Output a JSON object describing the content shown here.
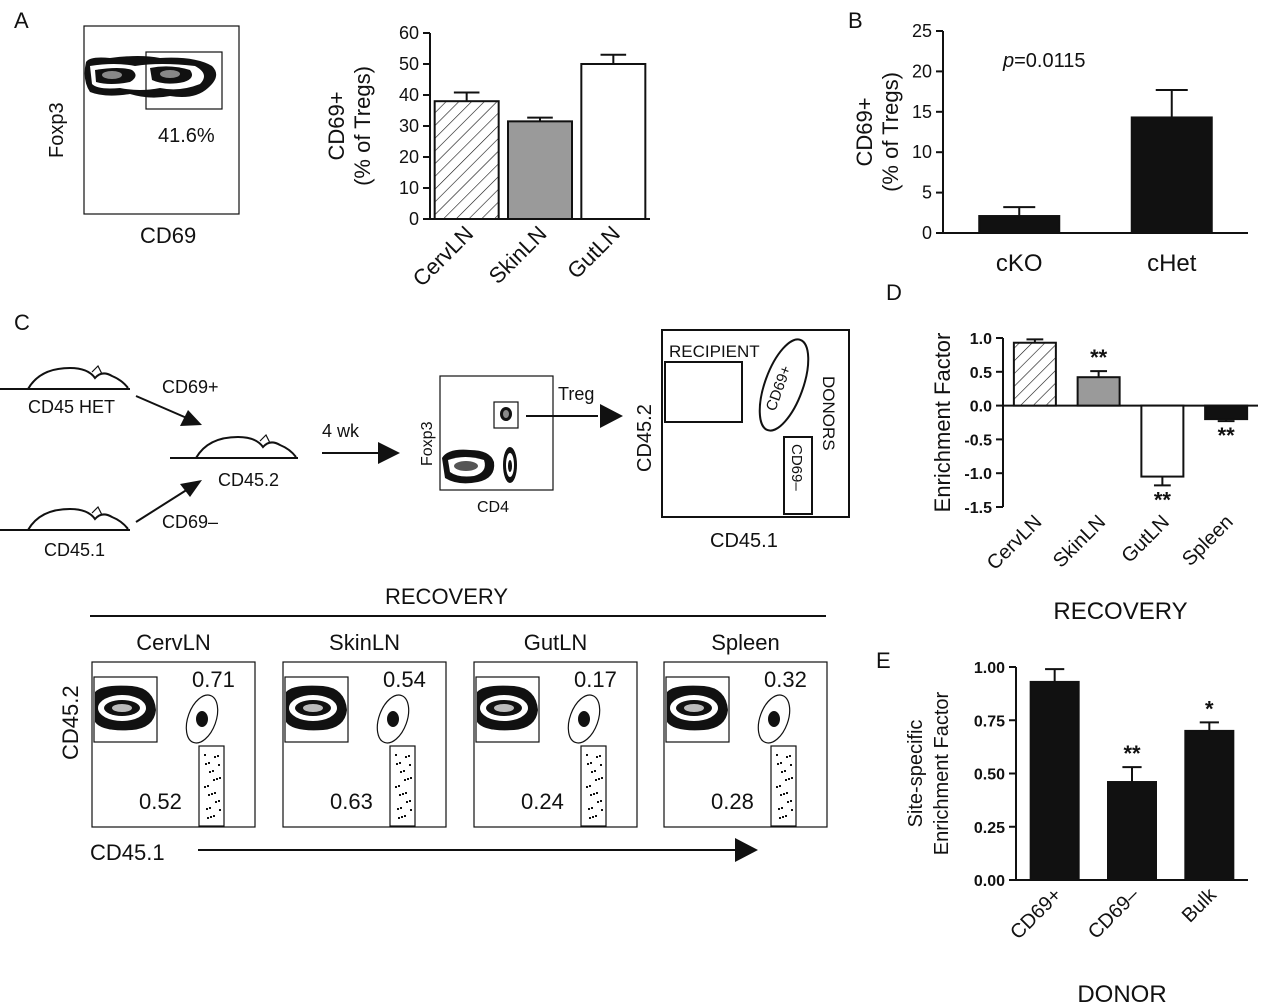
{
  "panel_labels": {
    "a": "A",
    "b": "B",
    "c": "C",
    "d": "D",
    "e": "E"
  },
  "colors": {
    "black": "#111111",
    "gray": "#9a9a9a",
    "white": "#ffffff"
  },
  "panel_a_flow": {
    "ylabel": "Foxp3",
    "xlabel": "CD69",
    "gate_percent": "41.6%"
  },
  "panel_c": {
    "donor1": "CD45 HET",
    "donor2": "CD45.1",
    "recipient": "CD45.2",
    "arrow_top": "CD69+",
    "arrow_bottom": "CD69–",
    "time": "4 wk",
    "mini_flow_ylabel": "Foxp3",
    "mini_flow_xlabel": "CD4",
    "treg": "Treg",
    "schematic_ylabel": "CD45.2",
    "schematic_xlabel": "CD45.1",
    "recipient_gate": "RECIPIENT",
    "donors_label": "DONORS",
    "gate_pos": "CD69+",
    "gate_neg": "CD69–",
    "recovery_title": "RECOVERY",
    "bottom_ylabel": "CD45.2",
    "bottom_xlabel": "CD45.1",
    "flows": [
      {
        "site": "CervLN",
        "top": "0.71",
        "bottom": "0.52"
      },
      {
        "site": "SkinLN",
        "top": "0.54",
        "bottom": "0.63"
      },
      {
        "site": "GutLN",
        "top": "0.17",
        "bottom": "0.24"
      },
      {
        "site": "Spleen",
        "top": "0.32",
        "bottom": "0.28"
      }
    ]
  },
  "chart_data": [
    {
      "id": "A",
      "type": "bar",
      "categories": [
        "CervLN",
        "SkinLN",
        "GutLN"
      ],
      "values": [
        38,
        31.5,
        50
      ],
      "errors": [
        2.8,
        1.2,
        3
      ],
      "fills": [
        "hatch",
        "gray",
        "white"
      ],
      "ylabel": "CD69+\n(% of Tregs)",
      "ylim": [
        0,
        60
      ],
      "yticks": [
        0,
        10,
        20,
        30,
        40,
        50,
        60
      ],
      "tick_labels": [
        "0",
        "10",
        "20",
        "30",
        "40",
        "50",
        "60"
      ],
      "grid": false
    },
    {
      "id": "B",
      "type": "bar",
      "categories": [
        "cKO",
        "cHet"
      ],
      "values": [
        2.1,
        14.3
      ],
      "errors": [
        1.1,
        3.4
      ],
      "fills": [
        "black",
        "black"
      ],
      "ylabel": "CD69+\n(% of Tregs)",
      "ylim": [
        0,
        25
      ],
      "yticks": [
        0,
        5,
        10,
        15,
        20,
        25
      ],
      "tick_labels": [
        "0",
        "5",
        "10",
        "15",
        "20",
        "25"
      ],
      "annotation": "p=0.0115",
      "grid": false
    },
    {
      "id": "D",
      "type": "bar",
      "categories": [
        "CervLN",
        "SkinLN",
        "GutLN",
        "Spleen"
      ],
      "values": [
        0.93,
        0.42,
        -1.05,
        -0.2
      ],
      "errors": [
        0.05,
        0.09,
        0.13,
        0.03
      ],
      "fills": [
        "hatch",
        "gray",
        "white",
        "black"
      ],
      "significance": [
        "",
        "**",
        "**",
        "**"
      ],
      "ylabel": "Enrichment Factor",
      "xlabel": "RECOVERY",
      "ylim": [
        -1.5,
        1.0
      ],
      "yticks": [
        -1.5,
        -1.0,
        -0.5,
        0.0,
        0.5,
        1.0
      ],
      "tick_labels": [
        "-1.5",
        "-1.0",
        "-0.5",
        "0.0",
        "0.5",
        "1.0"
      ],
      "grid": false
    },
    {
      "id": "E",
      "type": "bar",
      "categories": [
        "CD69+",
        "CD69–",
        "Bulk"
      ],
      "values": [
        0.93,
        0.46,
        0.7
      ],
      "errors": [
        0.06,
        0.07,
        0.04
      ],
      "fills": [
        "black",
        "black",
        "black"
      ],
      "significance": [
        "",
        "**",
        "*"
      ],
      "ylabel": "Site-specific\nEnrichment Factor",
      "xlabel": "DONOR",
      "ylim": [
        0,
        1.0
      ],
      "yticks": [
        0,
        0.25,
        0.5,
        0.75,
        1.0
      ],
      "tick_labels": [
        "0.00",
        "0.25",
        "0.50",
        "0.75",
        "1.00"
      ],
      "grid": false
    }
  ]
}
